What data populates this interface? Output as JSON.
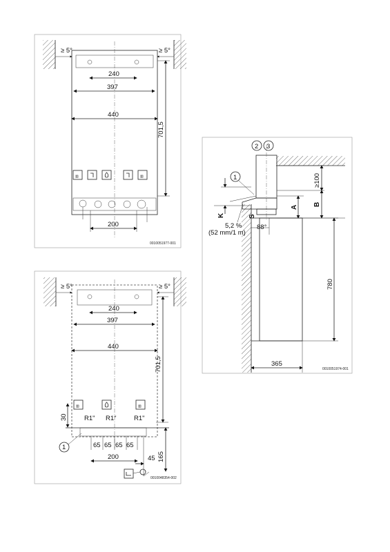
{
  "fig1": {
    "wall_left": "≥ 5°",
    "wall_right": "≥ 5°",
    "dim_240": "240",
    "dim_397": "397",
    "dim_440": "440",
    "dim_701": "701,5",
    "dim_200": "200",
    "ref": "0010051977-001"
  },
  "fig2": {
    "wall_left": "≥ 5°",
    "wall_right": "≥ 5°",
    "dim_240": "240",
    "dim_397": "397",
    "dim_440": "440",
    "dim_701": "701,5",
    "dim_30": "30",
    "r1_left": "R1\"",
    "r1_mid": "R1\"",
    "r1_right": "R1\"",
    "callout": "1",
    "dim_65a": "65",
    "dim_65b": "65",
    "dim_65c": "65",
    "dim_65d": "65",
    "dim_200": "200",
    "dim_45": "45",
    "dim_165": "165",
    "ref": "0010048354-002"
  },
  "fig3": {
    "callout_2": "2",
    "callout_3": "3",
    "callout_1": "1",
    "dim_100": "≥100",
    "label_A": "A",
    "label_B": "B",
    "label_K": "K",
    "label_S": "S",
    "slope": "5,2 %",
    "slope_sub": "(52 mm/1 m)",
    "dim_88": "88°",
    "dim_780": "780",
    "dim_365": "365",
    "ref": "0010051974-001"
  }
}
